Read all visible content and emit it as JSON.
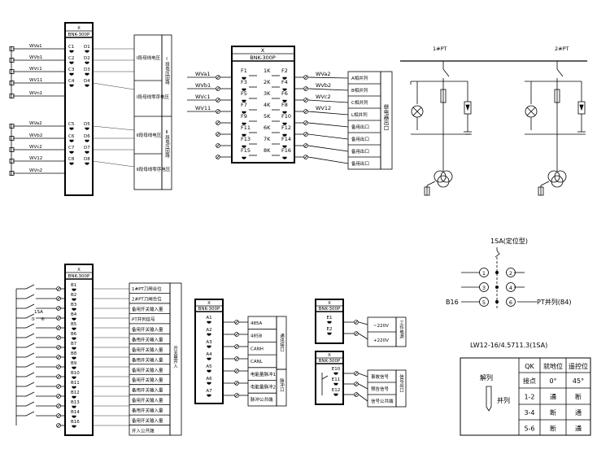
{
  "voltage_block": {
    "header_x": "X",
    "header_model": "BNK-300P",
    "left_labels": [
      "WVa1",
      "WVb1",
      "WVc1",
      "WV11",
      "WVn1",
      "WVa2",
      "WVb2",
      "WVc2",
      "WV12",
      "WVn2"
    ],
    "terminals_c": [
      "C1",
      "C2",
      "C3",
      "C4",
      "C5",
      "C6",
      "C7",
      "C8"
    ],
    "terminals_d": [
      "D1",
      "D2",
      "D3",
      "D4",
      "D5",
      "D6",
      "D7",
      "D8"
    ],
    "groups": [
      "Ⅰ段母线电压",
      "Ⅰ段母线零序电压",
      "Ⅱ段母线电压",
      "Ⅱ段母线零序电压"
    ],
    "circuit_1": "Ⅰ段电压回路",
    "circuit_2": "Ⅱ段电压回路"
  },
  "relay_block": {
    "header_x": "X",
    "header_model": "BNK-300P",
    "left_labels": [
      "WVa1",
      "WVb1",
      "WVc1",
      "WV11"
    ],
    "right_labels": [
      "WVa2",
      "WVb2",
      "WVc2",
      "WV12"
    ],
    "f_left": [
      "F1",
      "F3",
      "F5",
      "F7",
      "F9",
      "F11",
      "F13",
      "F15"
    ],
    "k_mid": [
      "1K",
      "2K",
      "3K",
      "4K",
      "5K",
      "6K",
      "7K",
      "8K"
    ],
    "f_right": [
      "F2",
      "F4",
      "F6",
      "F8",
      "F10",
      "F12",
      "F14",
      "F16"
    ],
    "outputs": [
      "A相并列",
      "B相并列",
      "C相并列",
      "L相并列",
      "备用出口",
      "备用出口",
      "备用出口",
      "备用出口"
    ],
    "side_label": "继电器出口"
  },
  "pt_diagram": {
    "pt1": "1#PT",
    "pt2": "2#PT"
  },
  "input_block": {
    "header_x": "X",
    "header_model": "BNK-300P",
    "terminals": [
      "B1",
      "B2",
      "B3",
      "B4",
      "B5",
      "B6",
      "B7",
      "B8",
      "B9",
      "B10",
      "B11",
      "B12",
      "B13",
      "B14",
      "B16"
    ],
    "switch_label": "1SA",
    "switch_contacts": [
      "⑤",
      "⑥"
    ],
    "inputs": [
      "1#PT刀闸合位",
      "2#PT刀闸合位",
      "备用开关输入量",
      "PT并列信号",
      "备用开关输入量",
      "备用开关输入量",
      "备用开关输入量",
      "备用开关输入量",
      "备用开关输入量",
      "备用开关输入量",
      "备用开关输入量",
      "备用开关输入量",
      "备用开关输入量",
      "备用开关输入量",
      "开入公共端"
    ],
    "side_label": "开关量开入"
  },
  "comm_block": {
    "header_x": "X",
    "header_model": "BNK-300P",
    "terminals": [
      "A1",
      "A2",
      "A3",
      "A4",
      "A5",
      "A6",
      "A7"
    ],
    "signals": [
      "485A",
      "485B",
      "CANH",
      "CANL",
      "电能量脉冲1",
      "电能量脉冲2",
      "脉冲公共端"
    ],
    "side_comm": "通讯接口",
    "side_pulse": "脉冲口"
  },
  "power_block": {
    "header_x": "X",
    "header_model": "BNK-300P",
    "terminals": [
      "E1",
      "E2"
    ],
    "signals": [
      "~220V",
      "+220V"
    ],
    "side_label": "工作电源"
  },
  "signal_block": {
    "header_x": "X",
    "header_model": "BNK-300P",
    "terminals": [
      "E10",
      "E11",
      "E12"
    ],
    "signals": [
      "事故信号",
      "预告信号",
      "信号公共端"
    ],
    "side_label": "信号出口"
  },
  "switch_diagram": {
    "title": "1SA(定位型)",
    "contacts": [
      "1",
      "2",
      "3",
      "4",
      "5",
      "6"
    ],
    "left_label": "B16",
    "right_label": "PT并列(B4)"
  },
  "lw_table": {
    "title": "LW12-16/4.5711.3(1SA)",
    "positions": [
      "解列",
      "并列"
    ],
    "headers": [
      "QK",
      "就地位",
      "遥控位"
    ],
    "rows": [
      [
        "接点",
        "0°",
        "45°"
      ],
      [
        "1-2",
        "通",
        "断"
      ],
      [
        "3-4",
        "断",
        "通"
      ],
      [
        "5-6",
        "断",
        "通"
      ]
    ]
  }
}
